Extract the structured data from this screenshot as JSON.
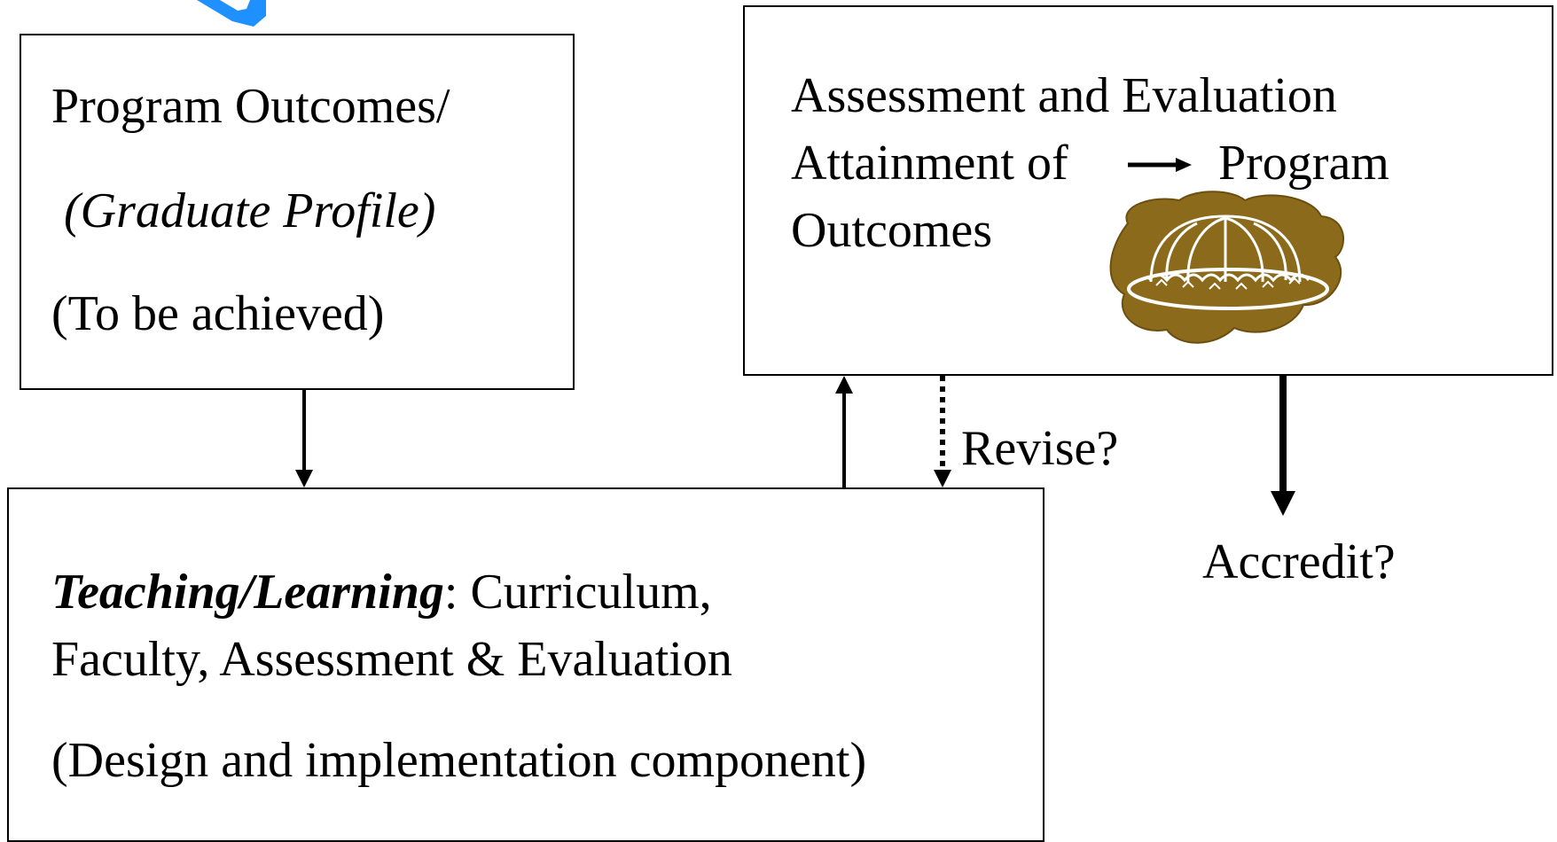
{
  "outcomes_box": {
    "line1": "Program Outcomes/",
    "line2": "(Graduate Profile)",
    "line3": "(To be achieved)"
  },
  "assessment_box": {
    "line1": "Assessment and Evaluation",
    "line2_left": "Attainment of",
    "line2_right": "Program",
    "line3": "Outcomes",
    "pudding_icon": "pudding-icon"
  },
  "teaching_box": {
    "label_emph": "Teaching/Learning",
    "label_rest": ": Curriculum,",
    "line2": "Faculty, Assessment & Evaluation",
    "line3": "(Design and implementation component)"
  },
  "labels": {
    "revise": "Revise?",
    "accredit": "Accredit?"
  },
  "colors": {
    "pudding": "#8b6a1c",
    "logo": "#1e90ff"
  }
}
